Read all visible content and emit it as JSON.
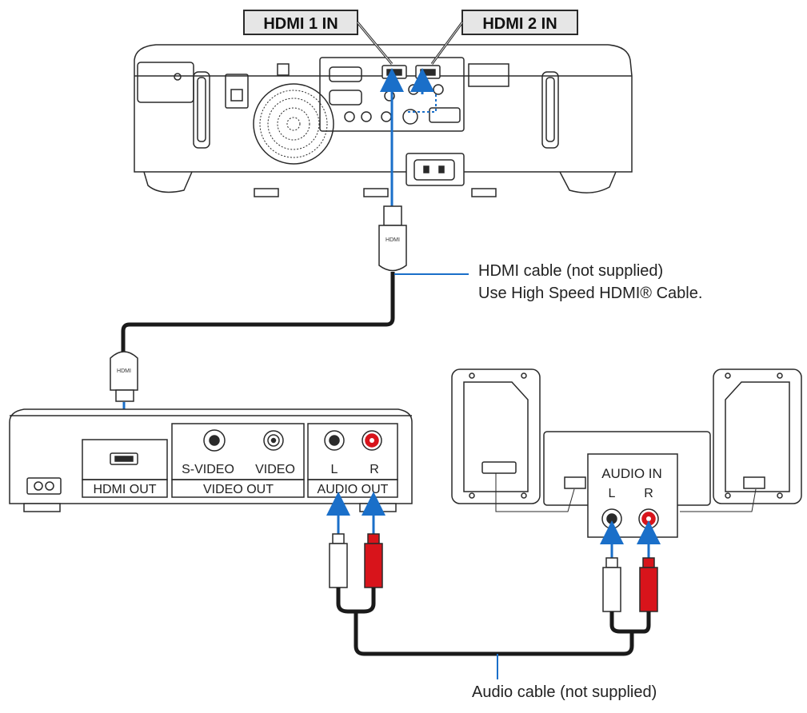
{
  "port_labels": {
    "hdmi1_in": "HDMI 1 IN",
    "hdmi2_in": "HDMI 2 IN"
  },
  "hdmi_cable": {
    "line1": "HDMI cable (not supplied)",
    "line2": "Use High Speed HDMI® Cable.",
    "plug_text": "HDMI"
  },
  "source_device": {
    "hdmi_out": "HDMI OUT",
    "s_video": "S-VIDEO",
    "video": "VIDEO",
    "video_out": "VIDEO OUT",
    "left": "L",
    "right": "R",
    "audio_out": "AUDIO OUT"
  },
  "speakers": {
    "audio_in": "AUDIO IN",
    "left": "L",
    "right": "R"
  },
  "audio_cable": {
    "caption": "Audio cable (not supplied)"
  },
  "colors": {
    "arrow_blue": "#1a6fc9",
    "cable_black": "#1a1a1a",
    "rca_red": "#d8141b",
    "outline": "#2a2a2a",
    "label_box": "#e6e6e6"
  }
}
